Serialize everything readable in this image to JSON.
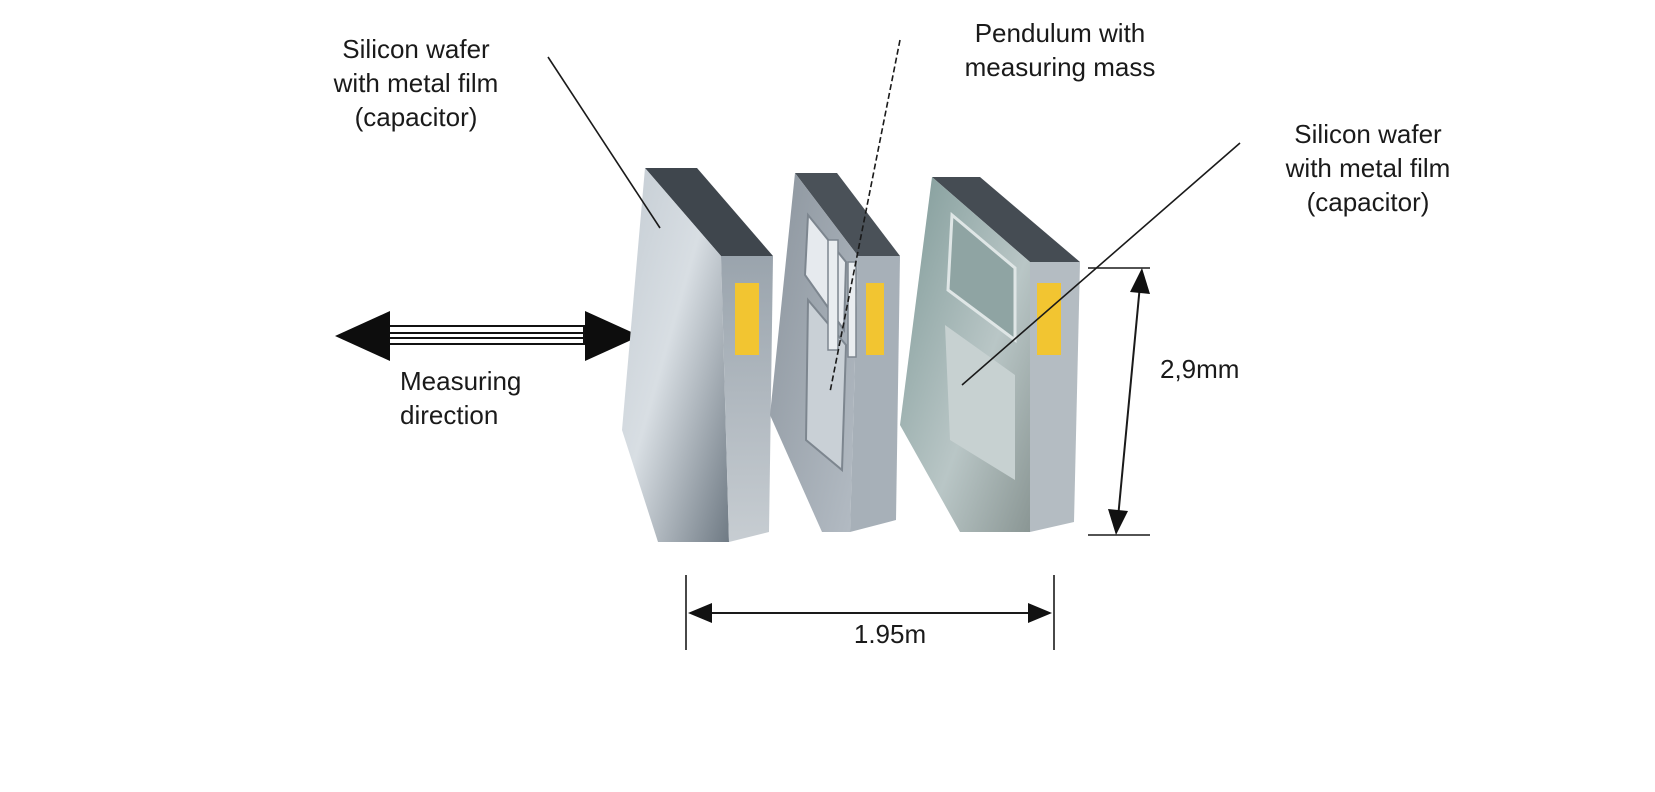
{
  "labels": {
    "left_wafer": [
      "Silicon wafer",
      "with metal film",
      "(capacitor)"
    ],
    "pendulum": [
      "Pendulum with",
      "measuring mass"
    ],
    "right_wafer": [
      "Silicon wafer",
      "with metal film",
      "(capacitor)"
    ],
    "direction": [
      "Measuring",
      "direction"
    ],
    "height_dim": "2,9mm",
    "width_dim": "1.95m"
  },
  "colors": {
    "wafer_face": "#8f9aa4",
    "wafer_side": "#a7b0b8",
    "wafer_top": "#4b5259",
    "contact_pad": "#f2c531",
    "line": "#1a1a1a"
  }
}
